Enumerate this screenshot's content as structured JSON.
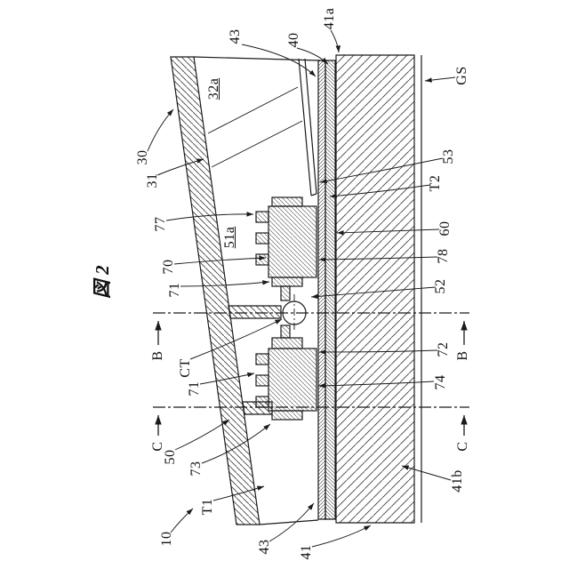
{
  "figure": {
    "caption": "図 2"
  },
  "labels": {
    "l43_top": "43",
    "l40": "40",
    "l41a": "41a",
    "lGS": "GS",
    "l30": "30",
    "l31": "31",
    "l53": "53",
    "lT2": "T2",
    "l77": "77",
    "l60": "60",
    "l32a": "32a",
    "l51a": "51a",
    "l70": "70",
    "l78": "78",
    "l71u": "71",
    "l52": "52",
    "lB_left": "B",
    "lB_right": "B",
    "lCT": "CT",
    "l72": "72",
    "l71l": "71",
    "l74": "74",
    "lC_left": "C",
    "lC_right": "C",
    "l50": "50",
    "l73": "73",
    "l41b": "41b",
    "lT1": "T1",
    "l10": "10",
    "l43_bot": "43",
    "l41_bot": "41"
  },
  "colors": {
    "ink": "#1a1a1a",
    "background": "#ffffff"
  }
}
